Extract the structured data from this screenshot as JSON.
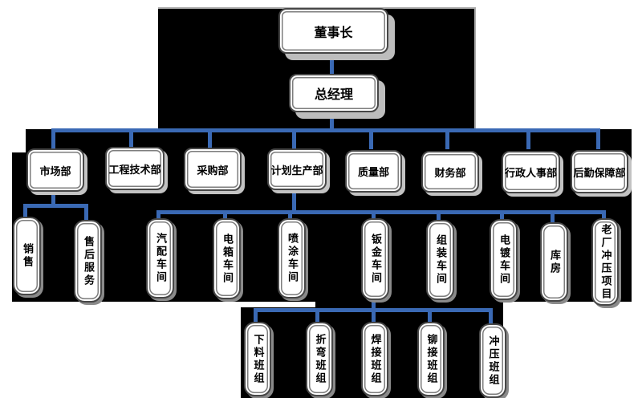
{
  "diagram_type": "organization-chart",
  "colors": {
    "backdrop": "#000000",
    "connector_blue": "#3a69b4",
    "node_background": "#ffffff",
    "node_border": "#474747",
    "node_shadow": "#c3c3c3",
    "text": "#000000"
  },
  "org": {
    "chairman": "董事长",
    "general_manager": "总经理",
    "departments": [
      "市场部",
      "工程技术部",
      "采购部",
      "计划生产部",
      "质量部",
      "财务部",
      "行政人事部",
      "后勤保障部"
    ],
    "market_children": [
      "销售",
      "售后服务"
    ],
    "production_children": [
      "汽配车间",
      "电箱车间",
      "喷涂车间",
      "钣金车间",
      "组装车间",
      "电镀车间",
      "库房",
      "老厂冲压项目"
    ],
    "sheet_metal_children": [
      "下料班组",
      "折弯班组",
      "焊接班组",
      "铆接班组",
      "冲压班组"
    ],
    "hierarchy_note": "董事长 > 总经理 > 8个部门; 市场部下设销售/售后服务; 计划生产部下设8个车间; 钣金车间下设5个班组"
  }
}
